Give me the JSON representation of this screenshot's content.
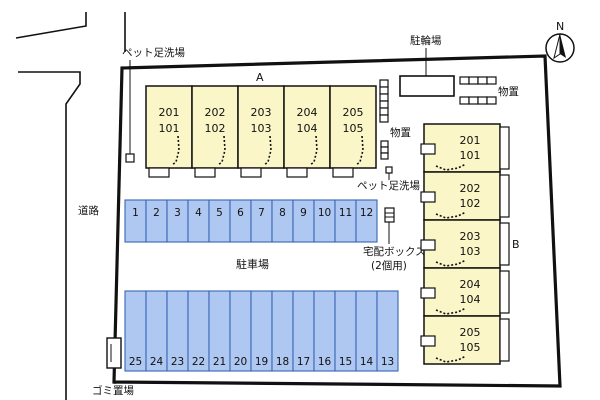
{
  "labels": {
    "pet_wash_top": "ペット足洗場",
    "bike_parking": "駐輪場",
    "storage_top": "物置",
    "storage_mid": "物置",
    "pet_wash_mid": "ペット足洗場",
    "delivery_box": "宅配ボックス",
    "delivery_box_note": "(2個用)",
    "road": "道路",
    "parking": "駐車場",
    "garbage": "ゴミ置場",
    "north": "N"
  },
  "building_a": {
    "name": "A",
    "units": [
      {
        "upper": "201",
        "lower": "101"
      },
      {
        "upper": "202",
        "lower": "102"
      },
      {
        "upper": "203",
        "lower": "103"
      },
      {
        "upper": "204",
        "lower": "104"
      },
      {
        "upper": "205",
        "lower": "105"
      }
    ]
  },
  "building_b": {
    "name": "B",
    "units": [
      {
        "upper": "201",
        "lower": "101"
      },
      {
        "upper": "202",
        "lower": "102"
      },
      {
        "upper": "203",
        "lower": "103"
      },
      {
        "upper": "204",
        "lower": "104"
      },
      {
        "upper": "205",
        "lower": "105"
      }
    ]
  },
  "parking_top": [
    "1",
    "2",
    "3",
    "4",
    "5",
    "6",
    "7",
    "8",
    "9",
    "10",
    "11",
    "12"
  ],
  "parking_bottom": [
    "25",
    "24",
    "23",
    "22",
    "21",
    "20",
    "19",
    "18",
    "17",
    "16",
    "15",
    "14",
    "13"
  ],
  "colors": {
    "building": "#fbf6c8",
    "parking": "#aec8f2",
    "line": "#111111"
  }
}
